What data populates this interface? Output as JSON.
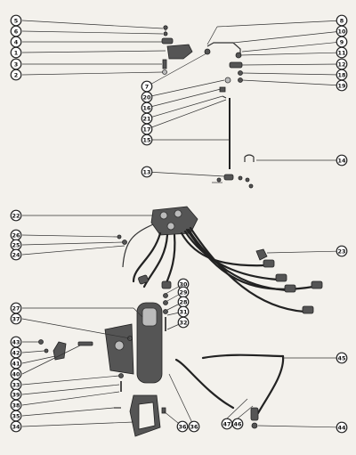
{
  "callouts": [
    {
      "id": "c5",
      "label": "5"
    },
    {
      "id": "c6",
      "label": "6"
    },
    {
      "id": "c4",
      "label": "4"
    },
    {
      "id": "c1",
      "label": "1"
    },
    {
      "id": "c3",
      "label": "3"
    },
    {
      "id": "c2",
      "label": "2"
    },
    {
      "id": "c8a",
      "label": "8"
    },
    {
      "id": "c10",
      "label": "10"
    },
    {
      "id": "c9",
      "label": "9"
    },
    {
      "id": "c11",
      "label": "11"
    },
    {
      "id": "c12",
      "label": "12"
    },
    {
      "id": "c18",
      "label": "18"
    },
    {
      "id": "c19",
      "label": "19"
    },
    {
      "id": "c7",
      "label": "7"
    },
    {
      "id": "c20",
      "label": "20"
    },
    {
      "id": "c16",
      "label": "16"
    },
    {
      "id": "c21",
      "label": "21"
    },
    {
      "id": "c17",
      "label": "17"
    },
    {
      "id": "c15",
      "label": "15"
    },
    {
      "id": "c14",
      "label": "14"
    },
    {
      "id": "c13",
      "label": "13"
    },
    {
      "id": "c22",
      "label": "22"
    },
    {
      "id": "c26",
      "label": "26"
    },
    {
      "id": "c25",
      "label": "25"
    },
    {
      "id": "c24",
      "label": "24"
    },
    {
      "id": "c23",
      "label": "23"
    },
    {
      "id": "c30",
      "label": "30"
    },
    {
      "id": "c29",
      "label": "29"
    },
    {
      "id": "c28",
      "label": "28"
    },
    {
      "id": "c31",
      "label": "31"
    },
    {
      "id": "c32",
      "label": "32"
    },
    {
      "id": "c27",
      "label": "27"
    },
    {
      "id": "c37",
      "label": "37"
    },
    {
      "id": "c43",
      "label": "43"
    },
    {
      "id": "c42",
      "label": "42"
    },
    {
      "id": "c41",
      "label": "41"
    },
    {
      "id": "c40",
      "label": "40"
    },
    {
      "id": "c33",
      "label": "33"
    },
    {
      "id": "c39",
      "label": "39"
    },
    {
      "id": "c38",
      "label": "38"
    },
    {
      "id": "c35",
      "label": "35"
    },
    {
      "id": "c34",
      "label": "34"
    },
    {
      "id": "c36a",
      "label": "36"
    },
    {
      "id": "c36b",
      "label": "36"
    },
    {
      "id": "c47",
      "label": "47"
    },
    {
      "id": "c46",
      "label": "46"
    },
    {
      "id": "c45",
      "label": "45"
    },
    {
      "id": "c44",
      "label": "44"
    }
  ]
}
